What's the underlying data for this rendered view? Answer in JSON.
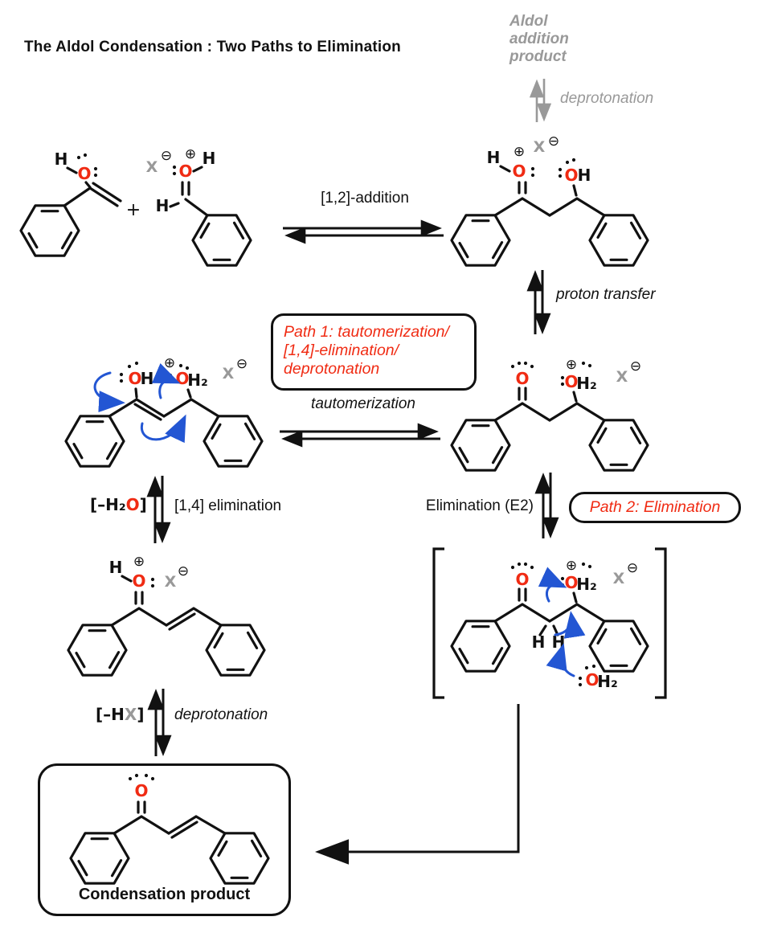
{
  "colors": {
    "red": "#f02b13",
    "blue": "#2356d3",
    "gray": "#999999",
    "ink": "#111111"
  },
  "title": "The Aldol Condensation : Two Paths to Elimination",
  "aldol_note": {
    "line1": "Aldol",
    "line2": "addition",
    "line3": "product",
    "step": "deprotonation"
  },
  "steps": {
    "addition12": "[1,2]-addition",
    "proton_transfer": "proton transfer",
    "tautomerization": "tautomerization",
    "elim14": "[1,4] elimination",
    "e2": "Elimination (E2)",
    "deprotonation": "deprotonation"
  },
  "path1_box": {
    "line1": "Path 1: tautomerization/",
    "line2": "[1,4]-elimination/",
    "line3": "deprotonation"
  },
  "path2_box": "Path 2: Elimination",
  "minus_h2o": {
    "pre": "[–H₂",
    "red_o": "O",
    "post": "]"
  },
  "minus_hx": {
    "pre": "[–H",
    "gray_x": "X",
    "post": "]"
  },
  "plus_sign": "+",
  "product_box_label": "Condensation product",
  "sym": {
    "O": "O",
    "H": "H",
    "H2": "H₂",
    "X": "X",
    "oplus": "⊕",
    "ominus": "⊖"
  }
}
